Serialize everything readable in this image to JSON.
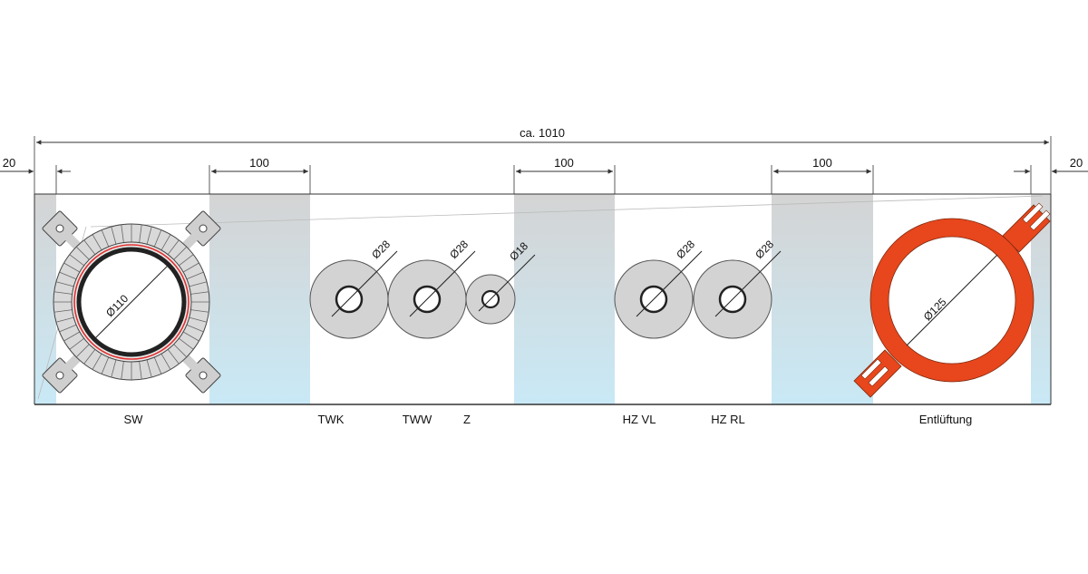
{
  "dimensions": {
    "total": "ca. 1010",
    "edge_left": "20",
    "edge_right": "20",
    "gaps": [
      "100",
      "100",
      "100"
    ]
  },
  "pipes": [
    {
      "id": "sw",
      "label": "SW",
      "diameter_label": "Ø110"
    },
    {
      "id": "twk",
      "label": "TWK",
      "diameter_label": "Ø28"
    },
    {
      "id": "tww",
      "label": "TWW",
      "diameter_label": "Ø28"
    },
    {
      "id": "z",
      "label": "Z",
      "diameter_label": "Ø18"
    },
    {
      "id": "hzvl",
      "label": "HZ VL",
      "diameter_label": "Ø28"
    },
    {
      "id": "hzrl",
      "label": "HZ RL",
      "diameter_label": "Ø28"
    },
    {
      "id": "entl",
      "label": "Entlüftung",
      "diameter_label": "Ø125"
    }
  ],
  "colors": {
    "line": "#333333",
    "zone_top": "#d4d4d4",
    "zone_bottom": "#c9e9f6",
    "insulation": "#d3d3d3",
    "vent": "#e8461c",
    "accent_red": "#e03030"
  }
}
